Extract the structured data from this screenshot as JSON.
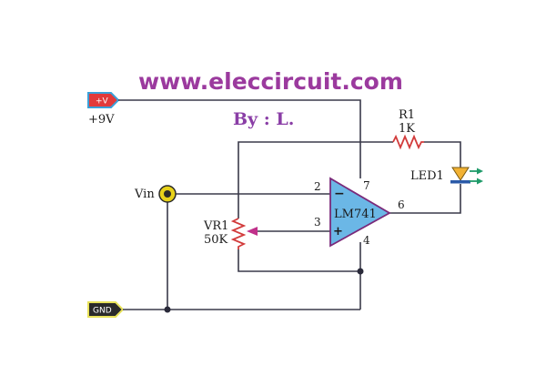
{
  "header": {
    "website": "www.eleccircuit.com",
    "author": "By : L."
  },
  "supply": {
    "positive_tag": "+V",
    "positive_label": "+9V",
    "ground_tag": "GND"
  },
  "input": {
    "label": "Vin"
  },
  "opamp": {
    "name": "LM741",
    "pin_inverting": "2",
    "pin_noninverting": "3",
    "pin_vplus": "7",
    "pin_vminus": "4",
    "pin_output": "6",
    "minus_sign": "−",
    "plus_sign": "+"
  },
  "resistor": {
    "ref": "R1",
    "value": "1K"
  },
  "potentiometer": {
    "ref": "VR1",
    "value": "50K"
  },
  "led": {
    "ref": "LED1"
  },
  "colors": {
    "wire": "#3a3a4a",
    "opamp_fill": "#6bb7e6",
    "component": "#d23b3b",
    "led_body": "#f2b233",
    "led_arrows": "#1f9b6a",
    "positive_tag_fill": "#e23a3a",
    "ground_tag_fill": "#2a2a2a",
    "tag_border": "#e8e25a"
  }
}
